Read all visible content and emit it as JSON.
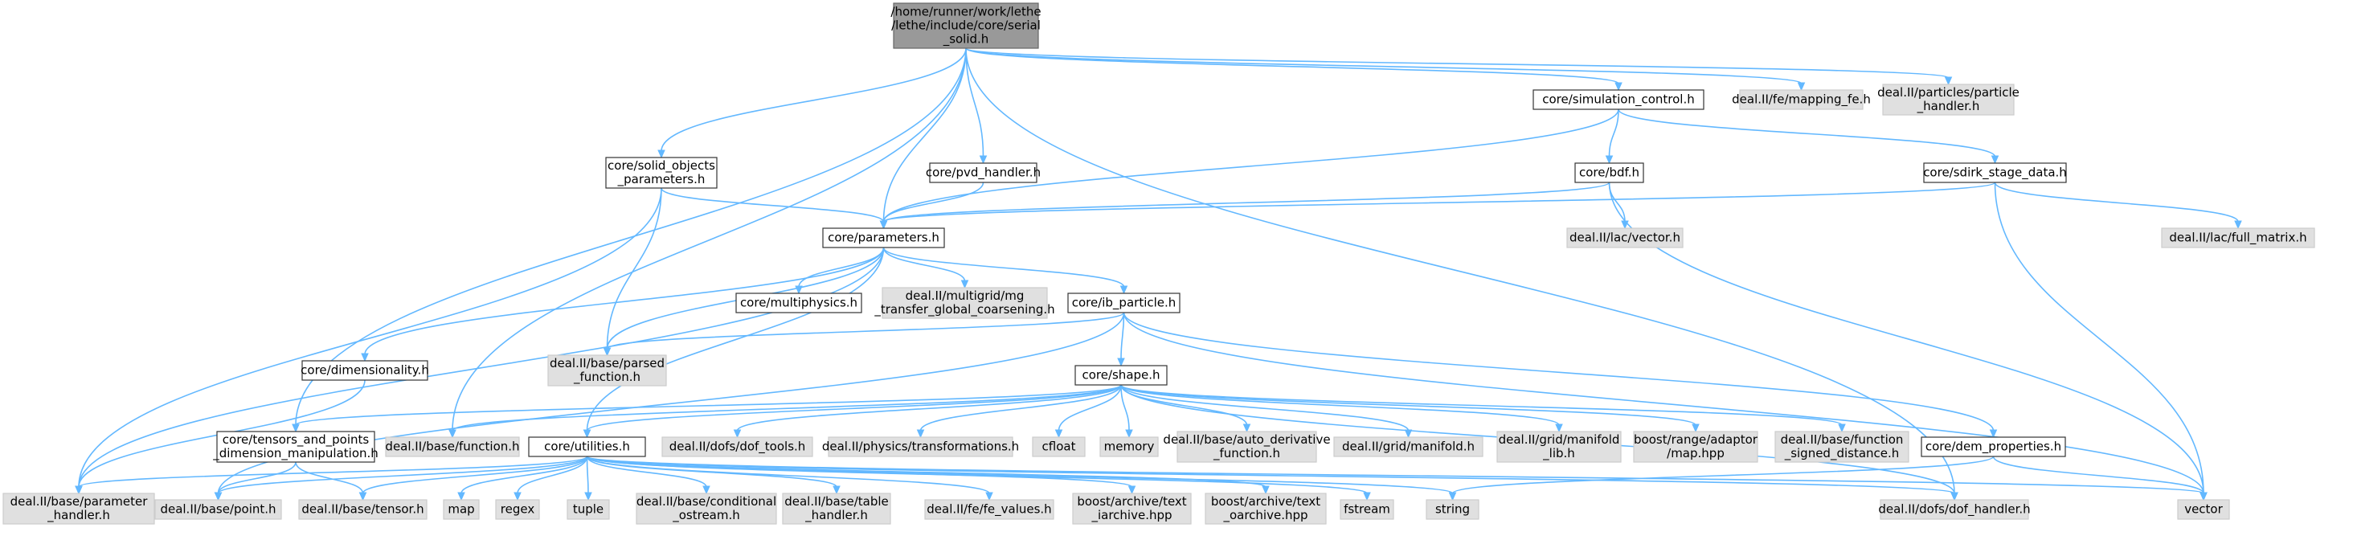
{
  "colors": {
    "edge": "#63b8ff",
    "root_fill": "#999999",
    "root_border": "#666666",
    "local_fill": "#ffffff",
    "local_border": "#333333",
    "external_fill": "#e0e0e0",
    "external_border": "#cccccc",
    "text": "#000000"
  },
  "nodes": [
    {
      "id": "root",
      "kind": "root",
      "lines": [
        "/home/runner/work/lethe",
        "/lethe/include/core/serial",
        "_solid.h"
      ]
    },
    {
      "id": "sim_control",
      "kind": "local",
      "lines": [
        "core/simulation_control.h"
      ]
    },
    {
      "id": "mapping_fe",
      "kind": "external",
      "lines": [
        "deal.II/fe/mapping_fe.h"
      ]
    },
    {
      "id": "particle_handler",
      "kind": "external",
      "lines": [
        "deal.II/particles/particle",
        "_handler.h"
      ]
    },
    {
      "id": "solid_objects",
      "kind": "local",
      "lines": [
        "core/solid_objects",
        "_parameters.h"
      ]
    },
    {
      "id": "pvd_handler",
      "kind": "local",
      "lines": [
        "core/pvd_handler.h"
      ]
    },
    {
      "id": "bdf",
      "kind": "local",
      "lines": [
        "core/bdf.h"
      ]
    },
    {
      "id": "sdirk",
      "kind": "local",
      "lines": [
        "core/sdirk_stage_data.h"
      ]
    },
    {
      "id": "parameters",
      "kind": "local",
      "lines": [
        "core/parameters.h"
      ]
    },
    {
      "id": "lac_vector",
      "kind": "external",
      "lines": [
        "deal.II/lac/vector.h"
      ]
    },
    {
      "id": "full_matrix",
      "kind": "external",
      "lines": [
        "deal.II/lac/full_matrix.h"
      ]
    },
    {
      "id": "multiphysics",
      "kind": "local",
      "lines": [
        "core/multiphysics.h"
      ]
    },
    {
      "id": "mg_transfer",
      "kind": "external",
      "lines": [
        "deal.II/multigrid/mg",
        "_transfer_global_coarsening.h"
      ]
    },
    {
      "id": "ib_particle",
      "kind": "local",
      "lines": [
        "core/ib_particle.h"
      ]
    },
    {
      "id": "dimensionality",
      "kind": "local",
      "lines": [
        "core/dimensionality.h"
      ]
    },
    {
      "id": "parsed_function",
      "kind": "external",
      "lines": [
        "deal.II/base/parsed",
        "_function.h"
      ]
    },
    {
      "id": "shape",
      "kind": "local",
      "lines": [
        "core/shape.h"
      ]
    },
    {
      "id": "tensors_points",
      "kind": "local",
      "lines": [
        "core/tensors_and_points",
        "_dimension_manipulation.h"
      ]
    },
    {
      "id": "base_function",
      "kind": "external",
      "lines": [
        "deal.II/base/function.h"
      ]
    },
    {
      "id": "utilities",
      "kind": "local",
      "lines": [
        "core/utilities.h"
      ]
    },
    {
      "id": "dof_tools",
      "kind": "external",
      "lines": [
        "deal.II/dofs/dof_tools.h"
      ]
    },
    {
      "id": "transformations",
      "kind": "external",
      "lines": [
        "deal.II/physics/transformations.h"
      ]
    },
    {
      "id": "cfloat",
      "kind": "external",
      "lines": [
        "cfloat"
      ]
    },
    {
      "id": "memory",
      "kind": "external",
      "lines": [
        "memory"
      ]
    },
    {
      "id": "auto_derivative",
      "kind": "external",
      "lines": [
        "deal.II/base/auto_derivative",
        "_function.h"
      ]
    },
    {
      "id": "grid_manifold",
      "kind": "external",
      "lines": [
        "deal.II/grid/manifold.h"
      ]
    },
    {
      "id": "manifold_lib",
      "kind": "external",
      "lines": [
        "deal.II/grid/manifold",
        "_lib.h"
      ]
    },
    {
      "id": "range_map",
      "kind": "external",
      "lines": [
        "boost/range/adaptor",
        "/map.hpp"
      ]
    },
    {
      "id": "signed_distance",
      "kind": "external",
      "lines": [
        "deal.II/base/function",
        "_signed_distance.h"
      ]
    },
    {
      "id": "dem_properties",
      "kind": "local",
      "lines": [
        "core/dem_properties.h"
      ]
    },
    {
      "id": "param_handler",
      "kind": "external",
      "lines": [
        "deal.II/base/parameter",
        "_handler.h"
      ]
    },
    {
      "id": "base_point",
      "kind": "external",
      "lines": [
        "deal.II/base/point.h"
      ]
    },
    {
      "id": "base_tensor",
      "kind": "external",
      "lines": [
        "deal.II/base/tensor.h"
      ]
    },
    {
      "id": "map",
      "kind": "external",
      "lines": [
        "map"
      ]
    },
    {
      "id": "regex",
      "kind": "external",
      "lines": [
        "regex"
      ]
    },
    {
      "id": "tuple",
      "kind": "external",
      "lines": [
        "tuple"
      ]
    },
    {
      "id": "conditional_ostream",
      "kind": "external",
      "lines": [
        "deal.II/base/conditional",
        "_ostream.h"
      ]
    },
    {
      "id": "table_handler",
      "kind": "external",
      "lines": [
        "deal.II/base/table",
        "_handler.h"
      ]
    },
    {
      "id": "fe_values",
      "kind": "external",
      "lines": [
        "deal.II/fe/fe_values.h"
      ]
    },
    {
      "id": "text_iarchive",
      "kind": "external",
      "lines": [
        "boost/archive/text",
        "_iarchive.hpp"
      ]
    },
    {
      "id": "text_oarchive",
      "kind": "external",
      "lines": [
        "boost/archive/text",
        "_oarchive.hpp"
      ]
    },
    {
      "id": "fstream",
      "kind": "external",
      "lines": [
        "fstream"
      ]
    },
    {
      "id": "string",
      "kind": "external",
      "lines": [
        "string"
      ]
    },
    {
      "id": "dof_handler",
      "kind": "external",
      "lines": [
        "deal.II/dofs/dof_handler.h"
      ]
    },
    {
      "id": "vector",
      "kind": "external",
      "lines": [
        "vector"
      ]
    }
  ],
  "edges": [
    [
      "root",
      "sim_control"
    ],
    [
      "root",
      "mapping_fe"
    ],
    [
      "root",
      "particle_handler"
    ],
    [
      "root",
      "solid_objects"
    ],
    [
      "root",
      "pvd_handler"
    ],
    [
      "root",
      "parameters"
    ],
    [
      "root",
      "tensors_points"
    ],
    [
      "root",
      "base_function"
    ],
    [
      "root",
      "dof_handler"
    ],
    [
      "sim_control",
      "parameters"
    ],
    [
      "sim_control",
      "bdf"
    ],
    [
      "sim_control",
      "sdirk"
    ],
    [
      "solid_objects",
      "parameters"
    ],
    [
      "solid_objects",
      "parsed_function"
    ],
    [
      "solid_objects",
      "param_handler"
    ],
    [
      "pvd_handler",
      "parameters"
    ],
    [
      "bdf",
      "parameters"
    ],
    [
      "bdf",
      "lac_vector"
    ],
    [
      "bdf",
      "vector"
    ],
    [
      "sdirk",
      "parameters"
    ],
    [
      "sdirk",
      "full_matrix"
    ],
    [
      "sdirk",
      "vector"
    ],
    [
      "parameters",
      "multiphysics"
    ],
    [
      "parameters",
      "mg_transfer"
    ],
    [
      "parameters",
      "ib_particle"
    ],
    [
      "parameters",
      "dimensionality"
    ],
    [
      "parameters",
      "parsed_function"
    ],
    [
      "parameters",
      "utilities"
    ],
    [
      "parameters",
      "param_handler"
    ],
    [
      "ib_particle",
      "shape"
    ],
    [
      "ib_particle",
      "parsed_function"
    ],
    [
      "ib_particle",
      "dem_properties"
    ],
    [
      "ib_particle",
      "base_point"
    ],
    [
      "ib_particle",
      "vector"
    ],
    [
      "dimensionality",
      "param_handler"
    ],
    [
      "shape",
      "tensors_points"
    ],
    [
      "shape",
      "base_function"
    ],
    [
      "shape",
      "utilities"
    ],
    [
      "shape",
      "dof_tools"
    ],
    [
      "shape",
      "transformations"
    ],
    [
      "shape",
      "cfloat"
    ],
    [
      "shape",
      "memory"
    ],
    [
      "shape",
      "auto_derivative"
    ],
    [
      "shape",
      "grid_manifold"
    ],
    [
      "shape",
      "manifold_lib"
    ],
    [
      "shape",
      "range_map"
    ],
    [
      "shape",
      "signed_distance"
    ],
    [
      "shape",
      "dof_handler"
    ],
    [
      "tensors_points",
      "base_point"
    ],
    [
      "tensors_points",
      "base_tensor"
    ],
    [
      "utilities",
      "param_handler"
    ],
    [
      "utilities",
      "base_point"
    ],
    [
      "utilities",
      "base_tensor"
    ],
    [
      "utilities",
      "map"
    ],
    [
      "utilities",
      "regex"
    ],
    [
      "utilities",
      "tuple"
    ],
    [
      "utilities",
      "conditional_ostream"
    ],
    [
      "utilities",
      "table_handler"
    ],
    [
      "utilities",
      "fe_values"
    ],
    [
      "utilities",
      "text_iarchive"
    ],
    [
      "utilities",
      "text_oarchive"
    ],
    [
      "utilities",
      "fstream"
    ],
    [
      "utilities",
      "string"
    ],
    [
      "utilities",
      "dof_handler"
    ],
    [
      "utilities",
      "vector"
    ],
    [
      "dem_properties",
      "string"
    ],
    [
      "dem_properties",
      "vector"
    ]
  ]
}
